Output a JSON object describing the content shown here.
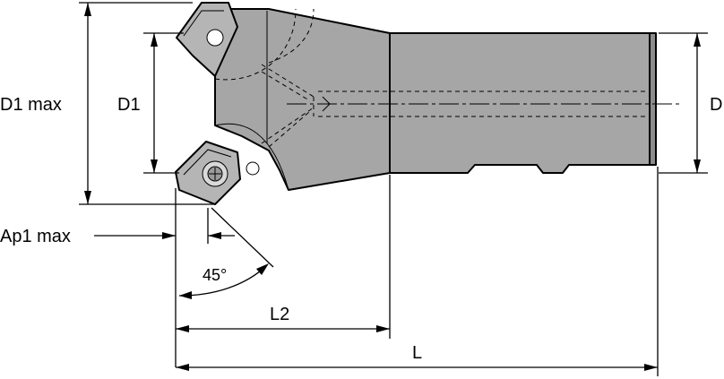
{
  "labels": {
    "d1_max": "D1 max",
    "d1": "D1",
    "d": "D",
    "ap1_max": "Ap1 max",
    "angle": "45°",
    "l2": "L2",
    "l": "L"
  },
  "colors": {
    "body_fill": "#a6a6a6",
    "line": "#000000",
    "background": "#ffffff"
  }
}
